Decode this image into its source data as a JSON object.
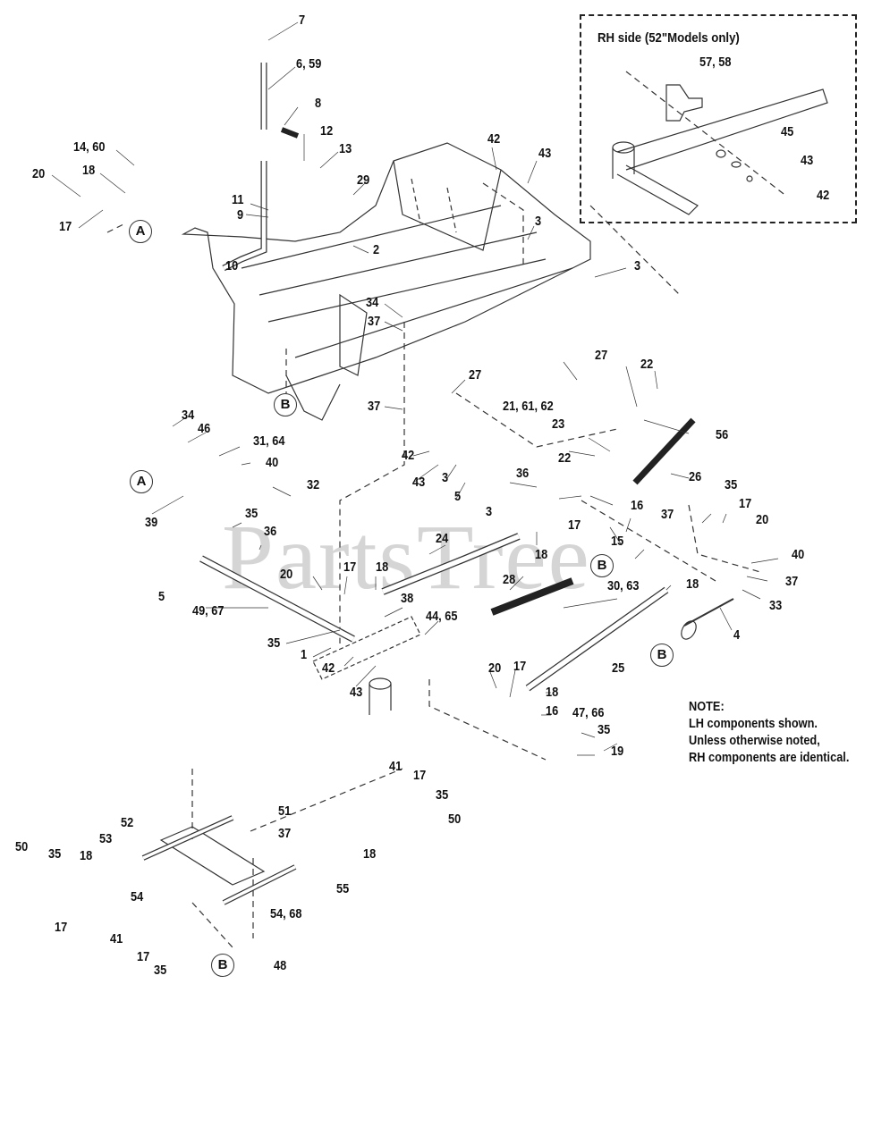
{
  "diagram": {
    "watermark": "PartsTree",
    "inset": {
      "title": "RH side (52\"Models only)",
      "callouts": [
        "57, 58",
        "45",
        "43",
        "42"
      ]
    },
    "note": {
      "heading": "NOTE:",
      "lines": [
        "LH components shown.",
        "Unless otherwise noted,",
        "RH components are identical."
      ]
    },
    "references": [
      "A",
      "B"
    ],
    "callouts": [
      {
        "id": "c7",
        "label": "7"
      },
      {
        "id": "c6_59",
        "label": "6, 59"
      },
      {
        "id": "c8",
        "label": "8"
      },
      {
        "id": "c12",
        "label": "12"
      },
      {
        "id": "c13",
        "label": "13"
      },
      {
        "id": "c14_60",
        "label": "14, 60"
      },
      {
        "id": "c20a",
        "label": "20"
      },
      {
        "id": "c18a",
        "label": "18"
      },
      {
        "id": "c17a",
        "label": "17"
      },
      {
        "id": "c29",
        "label": "29"
      },
      {
        "id": "c11",
        "label": "11"
      },
      {
        "id": "c9",
        "label": "9"
      },
      {
        "id": "c10",
        "label": "10"
      },
      {
        "id": "c2",
        "label": "2"
      },
      {
        "id": "c42a",
        "label": "42"
      },
      {
        "id": "c43a",
        "label": "43"
      },
      {
        "id": "c3a",
        "label": "3"
      },
      {
        "id": "c3b",
        "label": "3"
      },
      {
        "id": "c34a",
        "label": "34"
      },
      {
        "id": "c37a",
        "label": "37"
      },
      {
        "id": "c37b",
        "label": "37"
      },
      {
        "id": "c27a",
        "label": "27"
      },
      {
        "id": "c27b",
        "label": "27"
      },
      {
        "id": "c22a",
        "label": "22"
      },
      {
        "id": "c21",
        "label": "21, 61, 62"
      },
      {
        "id": "c23",
        "label": "23"
      },
      {
        "id": "c56",
        "label": "56"
      },
      {
        "id": "c22b",
        "label": "22"
      },
      {
        "id": "c34b",
        "label": "34"
      },
      {
        "id": "c46",
        "label": "46"
      },
      {
        "id": "c31_64",
        "label": "31, 64"
      },
      {
        "id": "c40a",
        "label": "40"
      },
      {
        "id": "c32",
        "label": "32"
      },
      {
        "id": "c42b",
        "label": "42"
      },
      {
        "id": "c43b",
        "label": "43"
      },
      {
        "id": "c3c",
        "label": "3"
      },
      {
        "id": "c5a",
        "label": "5"
      },
      {
        "id": "c36a",
        "label": "36"
      },
      {
        "id": "c3d",
        "label": "3"
      },
      {
        "id": "c26",
        "label": "26"
      },
      {
        "id": "c16a",
        "label": "16"
      },
      {
        "id": "c17b",
        "label": "17"
      },
      {
        "id": "c37c",
        "label": "37"
      },
      {
        "id": "c15",
        "label": "15"
      },
      {
        "id": "c35a",
        "label": "35"
      },
      {
        "id": "c17c",
        "label": "17"
      },
      {
        "id": "c20b",
        "label": "20"
      },
      {
        "id": "c39",
        "label": "39"
      },
      {
        "id": "c35b",
        "label": "35"
      },
      {
        "id": "c36b",
        "label": "36"
      },
      {
        "id": "c24",
        "label": "24"
      },
      {
        "id": "c18b",
        "label": "18"
      },
      {
        "id": "c5b",
        "label": "5"
      },
      {
        "id": "c20c",
        "label": "20"
      },
      {
        "id": "c17d",
        "label": "17"
      },
      {
        "id": "c18c",
        "label": "18"
      },
      {
        "id": "c28",
        "label": "28"
      },
      {
        "id": "c30_63",
        "label": "30, 63"
      },
      {
        "id": "c18d",
        "label": "18"
      },
      {
        "id": "c40b",
        "label": "40"
      },
      {
        "id": "c37d",
        "label": "37"
      },
      {
        "id": "c33",
        "label": "33"
      },
      {
        "id": "c49_67",
        "label": "49, 67"
      },
      {
        "id": "c38",
        "label": "38"
      },
      {
        "id": "c44_65",
        "label": "44, 65"
      },
      {
        "id": "c4",
        "label": "4"
      },
      {
        "id": "c35c",
        "label": "35"
      },
      {
        "id": "c1",
        "label": "1"
      },
      {
        "id": "c42c",
        "label": "42"
      },
      {
        "id": "c43c",
        "label": "43"
      },
      {
        "id": "c25",
        "label": "25"
      },
      {
        "id": "c20d",
        "label": "20"
      },
      {
        "id": "c17e",
        "label": "17"
      },
      {
        "id": "c18e",
        "label": "18"
      },
      {
        "id": "c16b",
        "label": "16"
      },
      {
        "id": "c47_66",
        "label": "47, 66"
      },
      {
        "id": "c35d",
        "label": "35"
      },
      {
        "id": "c19",
        "label": "19"
      },
      {
        "id": "c41a",
        "label": "41"
      },
      {
        "id": "c17f",
        "label": "17"
      },
      {
        "id": "c35e",
        "label": "35"
      },
      {
        "id": "c50a",
        "label": "50"
      },
      {
        "id": "c51",
        "label": "51"
      },
      {
        "id": "c37e",
        "label": "37"
      },
      {
        "id": "c18f",
        "label": "18"
      },
      {
        "id": "c52",
        "label": "52"
      },
      {
        "id": "c50b",
        "label": "50"
      },
      {
        "id": "c35f",
        "label": "35"
      },
      {
        "id": "c53",
        "label": "53"
      },
      {
        "id": "c18g",
        "label": "18"
      },
      {
        "id": "c55",
        "label": "55"
      },
      {
        "id": "c54",
        "label": "54"
      },
      {
        "id": "c54_68",
        "label": "54, 68"
      },
      {
        "id": "c17g",
        "label": "17"
      },
      {
        "id": "c41b",
        "label": "41"
      },
      {
        "id": "c17h",
        "label": "17"
      },
      {
        "id": "c35g",
        "label": "35"
      },
      {
        "id": "c48",
        "label": "48"
      }
    ]
  }
}
